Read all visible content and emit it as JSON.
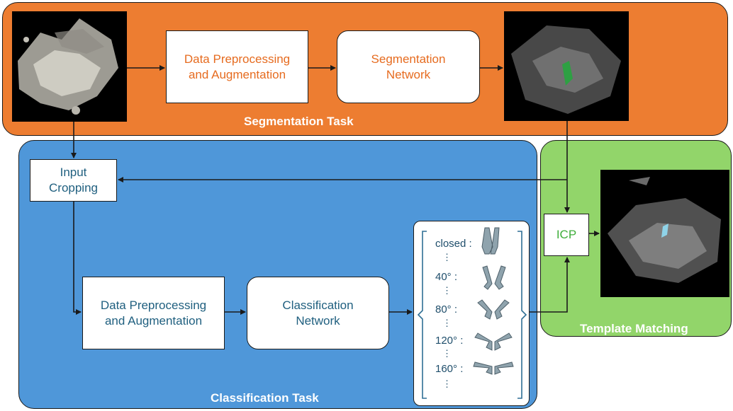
{
  "segmentation": {
    "title": "Segmentation Task",
    "preprocess_label": "Data Preprocessing\nand Augmentation",
    "network_label": "Segmentation\nNetwork"
  },
  "classification": {
    "title": "Classification Task",
    "cropping_label": "Input\nCropping",
    "preprocess_label": "Data Preprocessing\nand Augmentation",
    "network_label": "Classification\nNetwork",
    "classes": [
      {
        "label": "closed :"
      },
      {
        "label": "40° :"
      },
      {
        "label": "80° :"
      },
      {
        "label": "120° :"
      },
      {
        "label": "160° :"
      }
    ],
    "ellipsis": "⋮"
  },
  "template": {
    "title": "Template Matching",
    "icp_label": "ICP"
  },
  "colors": {
    "segmentation_bg": "#ed7d31",
    "classification_bg": "#4f97d9",
    "template_bg": "#92d56a"
  }
}
